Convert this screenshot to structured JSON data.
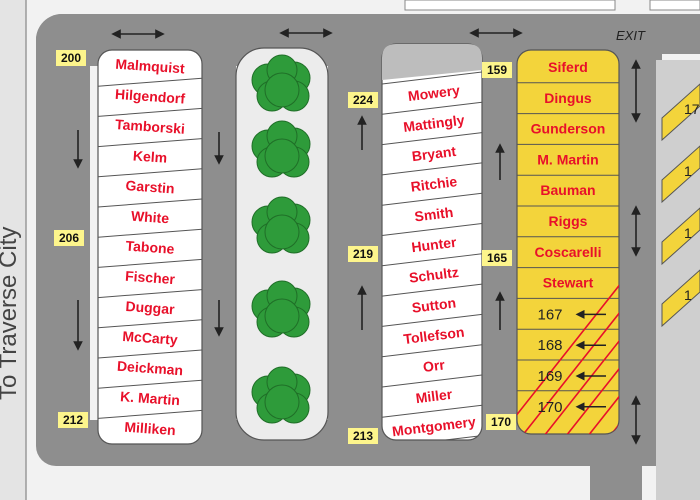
{
  "map": {
    "side_label": "To Traverse City",
    "exit_label": "EXIT",
    "colors": {
      "road": "#8e8e8e",
      "island": "#ffffff",
      "yellow_site": "#f3d43b",
      "label_red": "#e8102a",
      "tree": "#2e9b3a"
    },
    "left_column": {
      "names": [
        "Malmquist",
        "Hilgendorf",
        "Tamborski",
        "Kelm",
        "Garstin",
        "White",
        "Tabone",
        "Fischer",
        "Duggar",
        "McCarty",
        "Deickman",
        "K. Martin",
        "Milliken"
      ],
      "numbers": [
        "200",
        "206",
        "212"
      ]
    },
    "center_column": {
      "names": [
        "Mowery",
        "Mattingly",
        "Bryant",
        "Ritchie",
        "Smith",
        "Hunter",
        "Schultz",
        "Sutton",
        "Tollefson",
        "Orr",
        "Miller",
        "Montgomery"
      ],
      "numbers": [
        "224",
        "219",
        "213"
      ]
    },
    "right_column": {
      "names": [
        "Siferd",
        "Dingus",
        "Gunderson",
        "M. Martin",
        "Bauman",
        "Riggs",
        "Coscarelli",
        "Stewart"
      ],
      "numbers": [
        "159",
        "165",
        "170"
      ],
      "hatched_sites": [
        "167",
        "168",
        "169",
        "170"
      ]
    },
    "edge_numbers": [
      "17",
      "1",
      "1",
      "1"
    ]
  }
}
